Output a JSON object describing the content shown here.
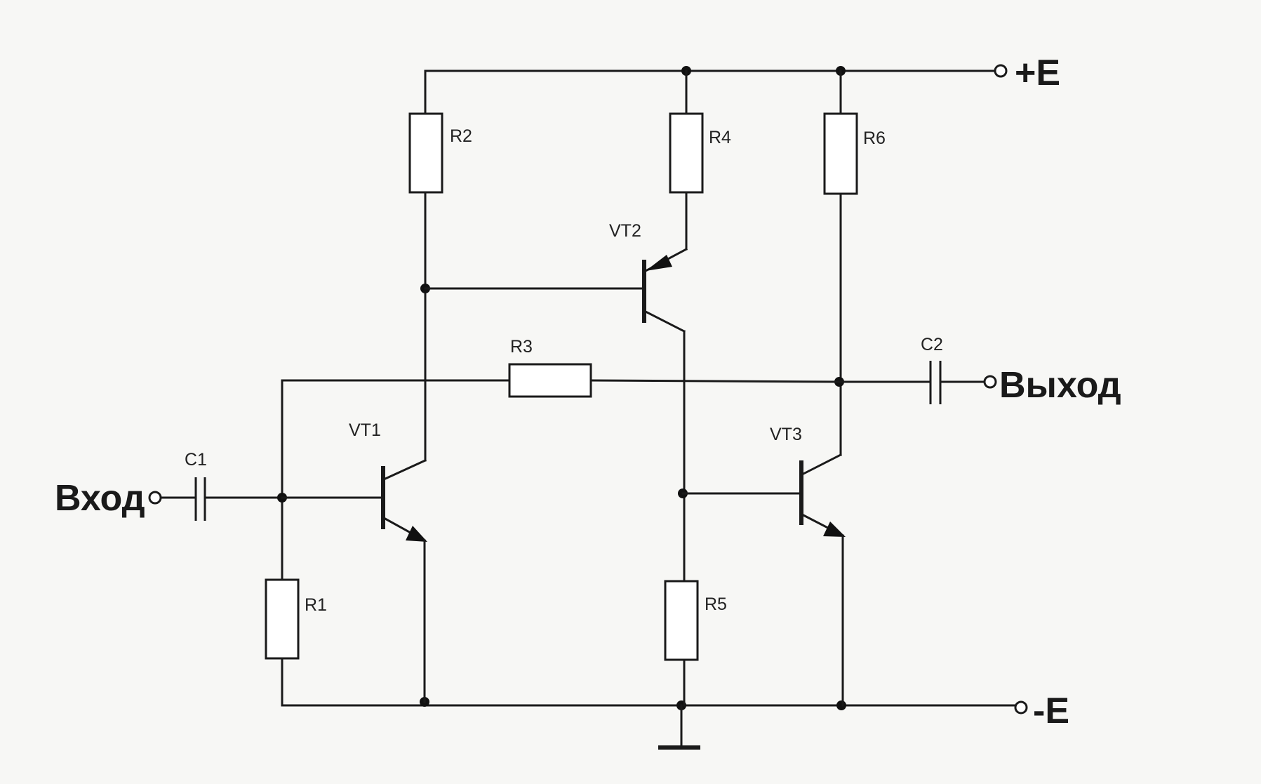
{
  "labels": {
    "r1": "R1",
    "r2": "R2",
    "r3": "R3",
    "r4": "R4",
    "r5": "R5",
    "r6": "R6",
    "c1": "C1",
    "c2": "C2",
    "vt1": "VT1",
    "vt2": "VT2",
    "vt3": "VT3"
  },
  "terminals": {
    "input": "Вход",
    "output": "Выход",
    "positive_supply": "+E",
    "negative_supply": "-E"
  }
}
